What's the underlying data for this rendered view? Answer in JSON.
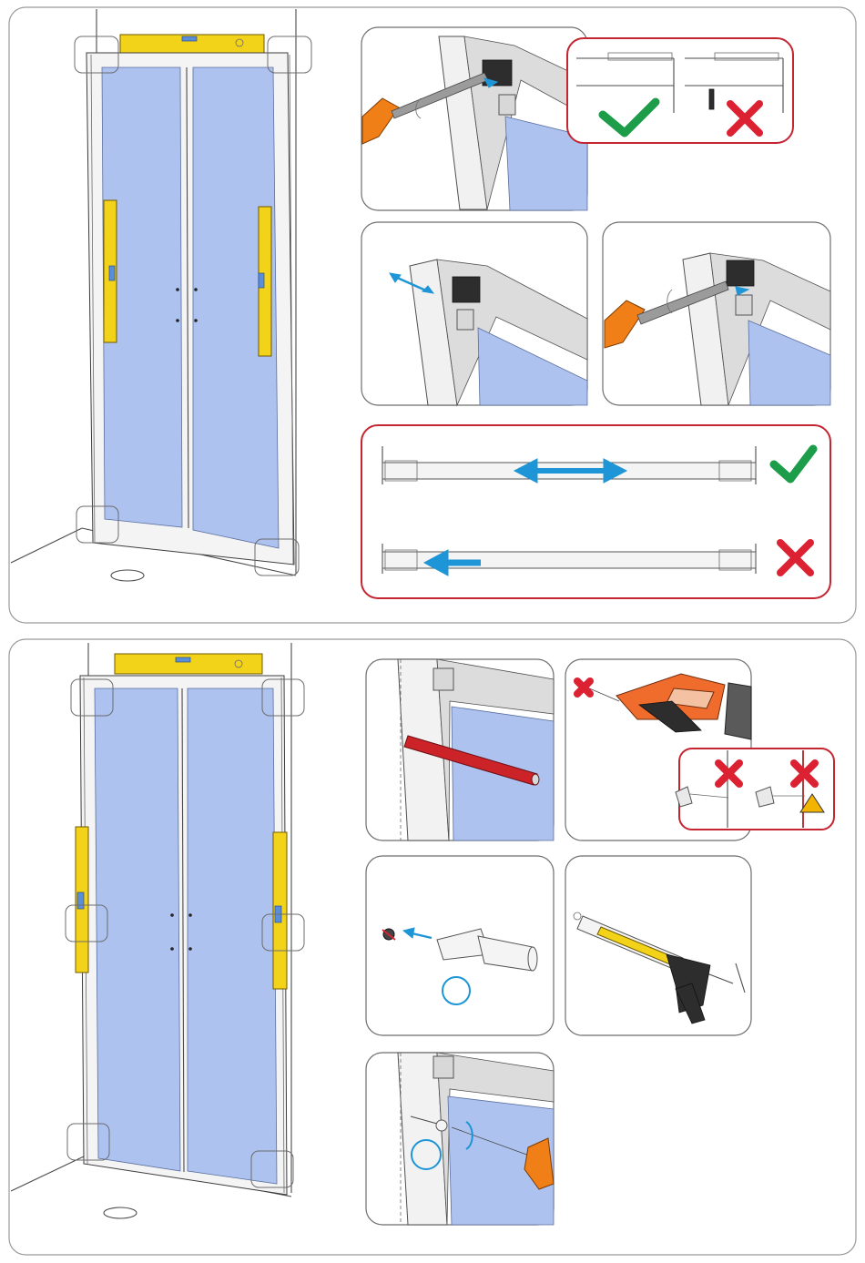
{
  "document": {
    "type": "installation-instructions",
    "sections": [
      {
        "id": "top",
        "steps": [
          "overview-door-level-check",
          "screw-upper-rail",
          "adjust-frame",
          "tighten-frame-screw",
          "rail-alignment-check"
        ]
      },
      {
        "id": "bottom",
        "steps": [
          "overview-door-level-check",
          "mark-hole",
          "drill-hole",
          "insert-wall-plug",
          "apply-silicone",
          "fix-screw"
        ]
      }
    ],
    "status_colors": {
      "correct": "#1d9d49",
      "incorrect": "#dc2232",
      "arrow": "#1e95d6",
      "glass": "#adc2ef",
      "level": "#f3d21a"
    },
    "icons": [
      "check-icon",
      "cross-icon",
      "warning-icon",
      "screwdriver-icon",
      "drill-icon",
      "silicone-gun-icon",
      "wall-plug-icon",
      "spirit-level-icon"
    ]
  }
}
